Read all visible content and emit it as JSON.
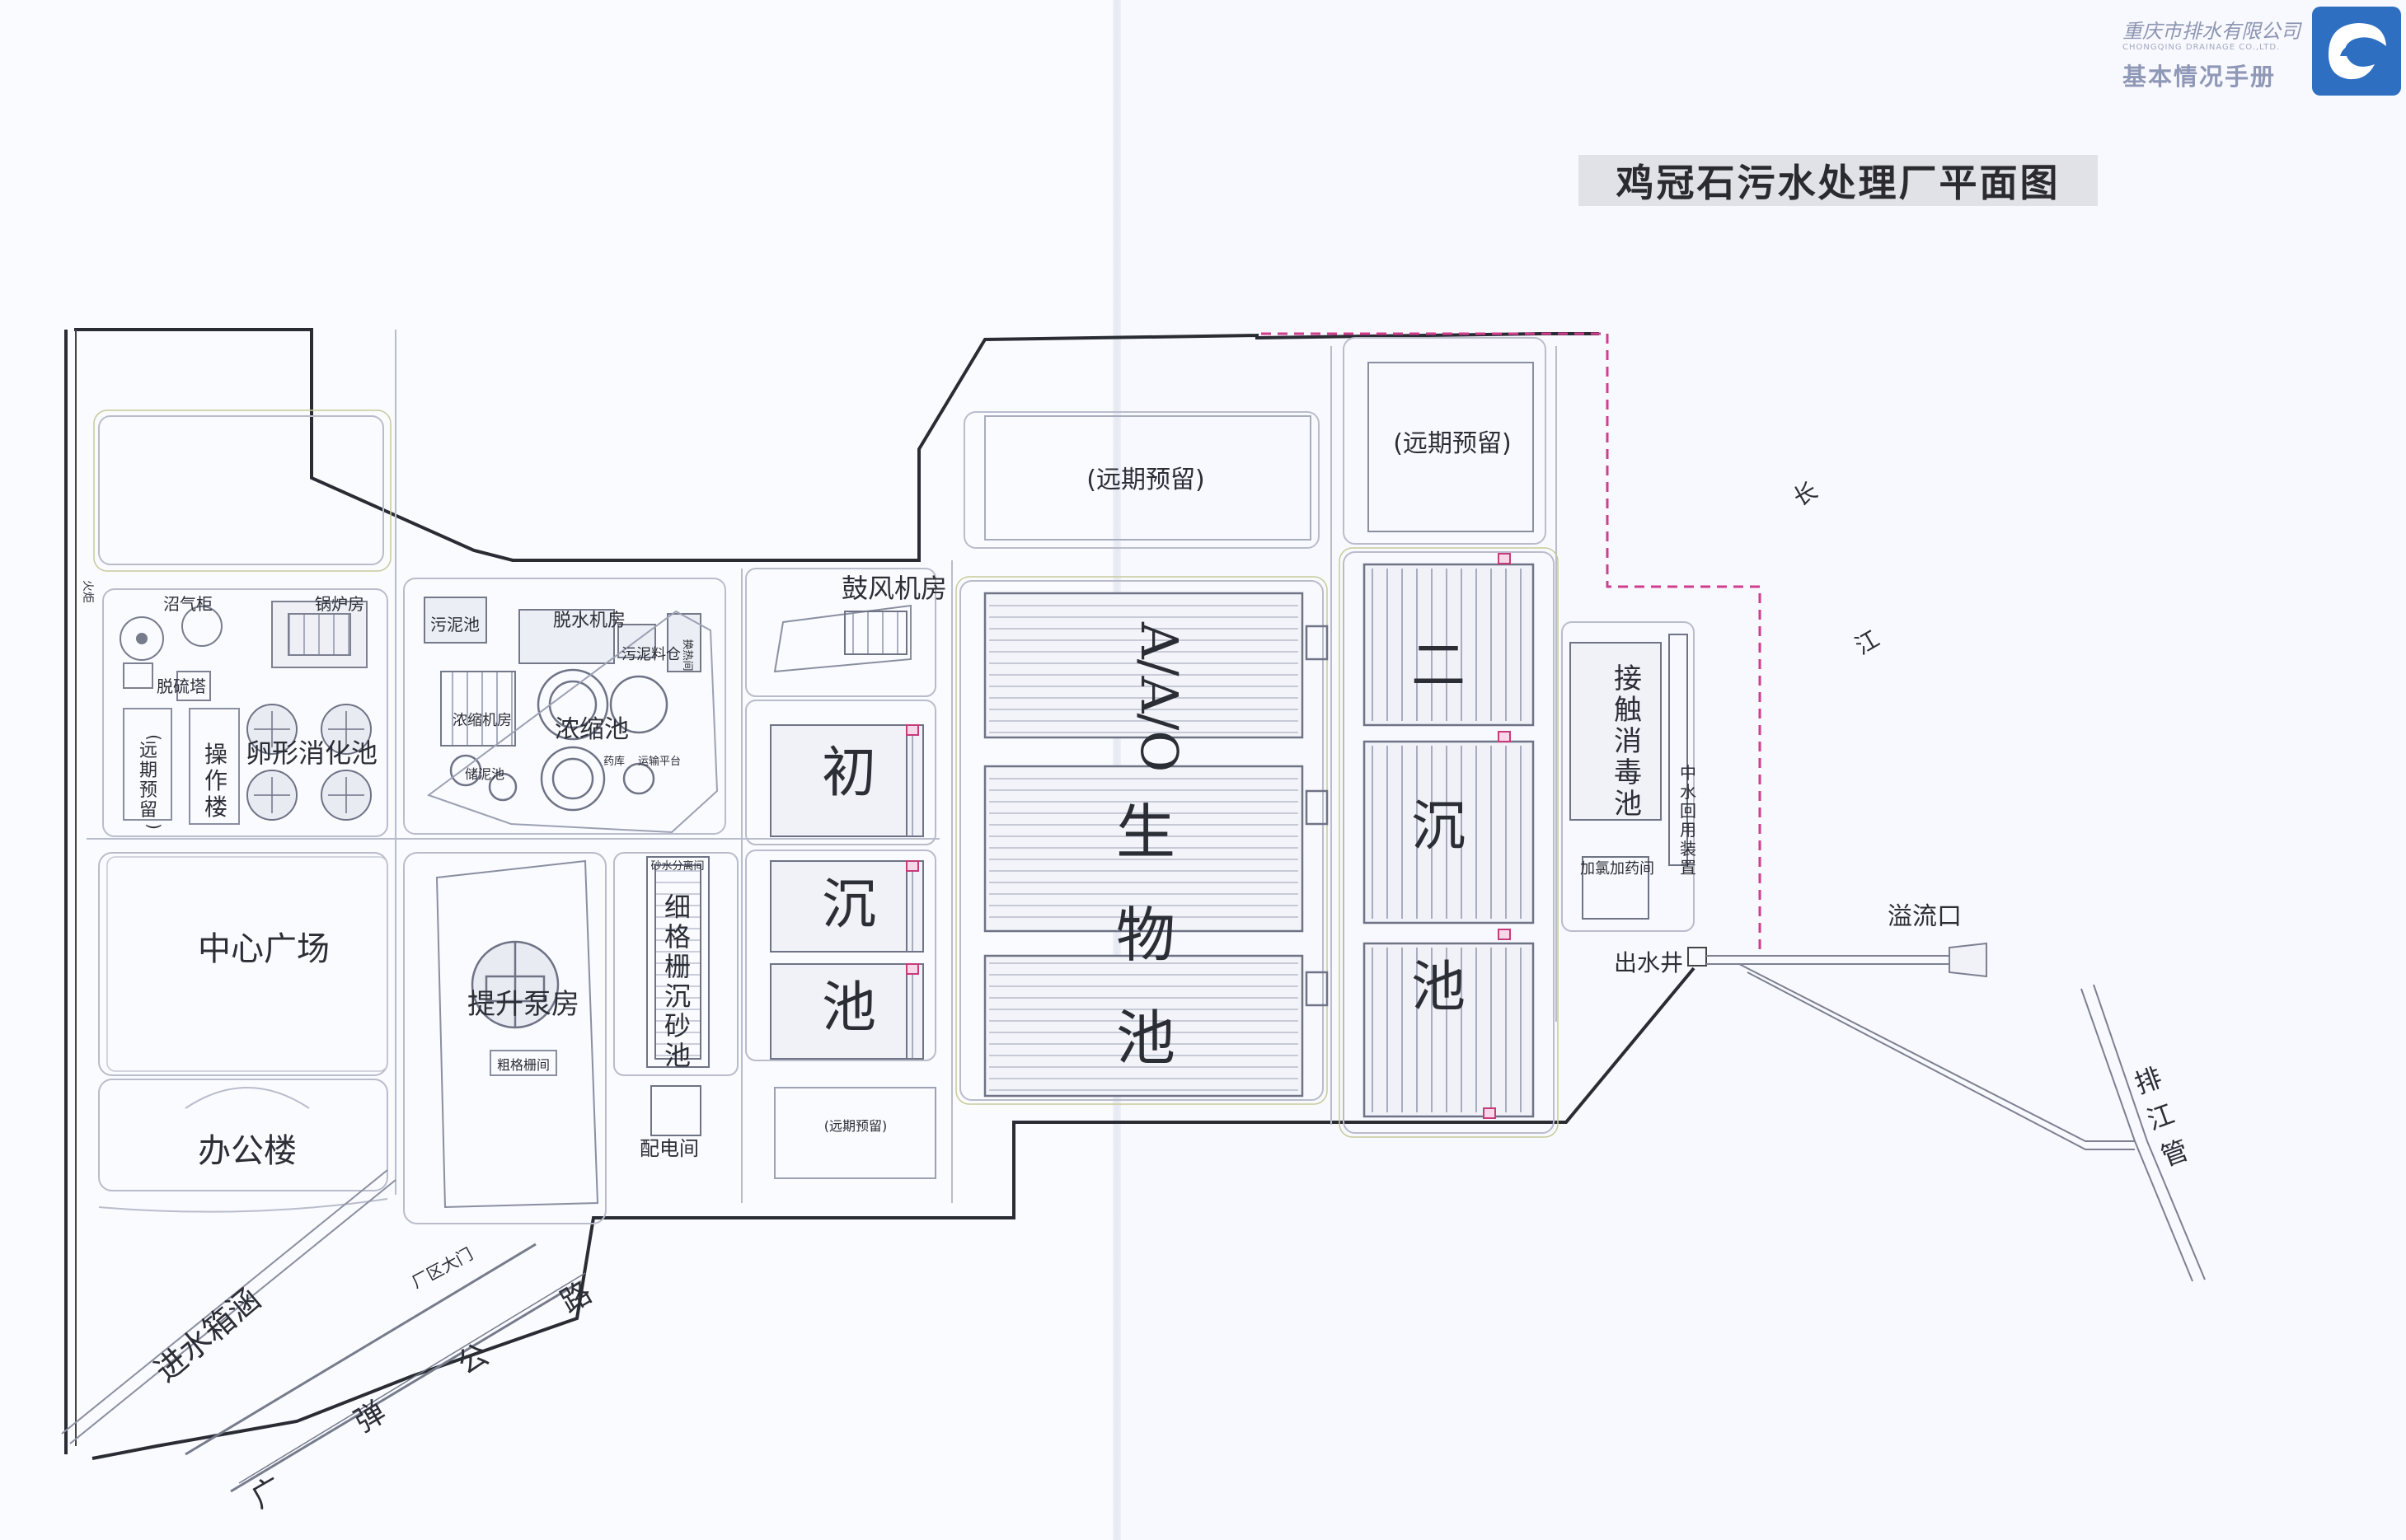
{
  "title": "鸡冠石污水处理厂平面图",
  "brand": {
    "company": "重庆市排水有限公司",
    "company_en": "CHONGQING DRAINAGE CO.,LTD.",
    "handbook": "基本情况手册"
  },
  "labels": {
    "a2o_title": "A/A/O",
    "a2o_chars": [
      "生",
      "物",
      "池"
    ],
    "primary_chars": [
      "初",
      "沉",
      "池"
    ],
    "secondary_chars": [
      "二",
      "沉",
      "池"
    ],
    "contact_chars": [
      "接",
      "触",
      "消",
      "毒",
      "池"
    ],
    "reuse_chars": [
      "中",
      "水",
      "回",
      "用",
      "装",
      "置"
    ],
    "grit_chars": [
      "细",
      "格",
      "栅",
      "沉",
      "砂",
      "池"
    ],
    "operation_chars": [
      "操",
      "作",
      "楼"
    ],
    "reserve_west_chars": [
      "(",
      "远",
      "期",
      "预",
      "留",
      ")"
    ],
    "outfall_pipe_chars": [
      "排",
      "江",
      "管"
    ],
    "river_chars": [
      "长",
      "江"
    ],
    "road_chars": [
      "广",
      "弹",
      "公",
      "路"
    ],
    "reserve_top": "(远期预留)",
    "reserve_right": "(远期预留)",
    "reserve_bottom": "(远期预留)",
    "blower": "鼓风机房",
    "boiler": "锅炉房",
    "gas_holder": "沼气柜",
    "desulfur": "脱硫塔",
    "torch": "火炬",
    "egg_digester": "卵形消化池",
    "dewatering": "脱水机房",
    "sludge_storage": "污泥料仓",
    "sludge_pond": "储泥池",
    "thickening_room": "浓缩机房",
    "thickener": "浓缩池",
    "sludge_tank": "污泥池",
    "chem_storage": "药库",
    "transport_yard": "运输平台",
    "heat_room": "换热间",
    "grit_room": "砂水分离间",
    "center_plaza": "中心广场",
    "office": "办公楼",
    "pump_house": "提升泵房",
    "pump_sub": "粗格栅间",
    "distribution": "配电间",
    "chlorine_room": "加氯加药间",
    "outlet_well": "出水井",
    "overflow": "溢流口",
    "gate": "厂区大门",
    "inlet_culvert": "进水箱涵"
  }
}
